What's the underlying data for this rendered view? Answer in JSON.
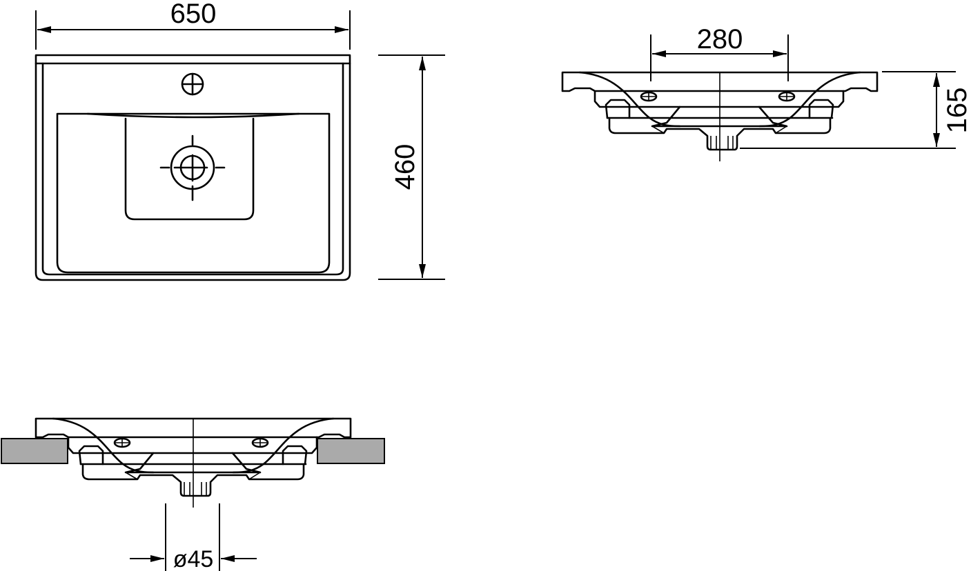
{
  "title": "Washbasin dimension drawing",
  "dimensions": {
    "width": "650",
    "depth": "460",
    "mount_hole_spacing": "280",
    "height": "165",
    "drain_diameter": "ø45"
  },
  "colors": {
    "line": "#000000",
    "cabinet": "#aaaaaa",
    "background": "#ffffff"
  }
}
